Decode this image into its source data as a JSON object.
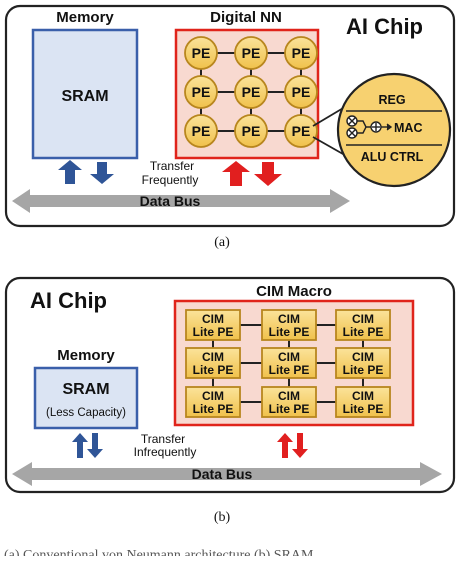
{
  "panel_a": {
    "title": "AI Chip",
    "memory_label": "Memory",
    "sram_label": "SRAM",
    "nn_label": "Digital NN",
    "pe_label": "PE",
    "pe_detail": {
      "reg": "REG",
      "mac": "MAC",
      "alu_ctrl": "ALU CTRL"
    },
    "transfer_label_1": "Transfer",
    "transfer_label_2": "Frequently",
    "bus_label": "Data Bus",
    "caption": "(a)"
  },
  "panel_b": {
    "title": "AI Chip",
    "macro_label": "CIM Macro",
    "cim_line1": "CIM",
    "cim_line2": "Lite PE",
    "memory_label": "Memory",
    "sram_label": "SRAM",
    "sram_sub": "(Less Capacity)",
    "transfer_label_1": "Transfer",
    "transfer_label_2": "Infrequently",
    "bus_label": "Data Bus",
    "caption": "(b)"
  },
  "footer_fragment": "(a)  Conventional von Neumann architecture  (b)  SRAM",
  "colors": {
    "sram_fill": "#dbe4f3",
    "sram_border": "#3a5faa",
    "nn_fill": "#f8d9d0",
    "nn_border": "#e0241b",
    "pe_fill": "#f7d170",
    "pe_border": "#b8861e",
    "bus_gray": "#a6a6a6",
    "blue_arrow": "#2f5597",
    "red_arrow": "#e11f1f"
  }
}
